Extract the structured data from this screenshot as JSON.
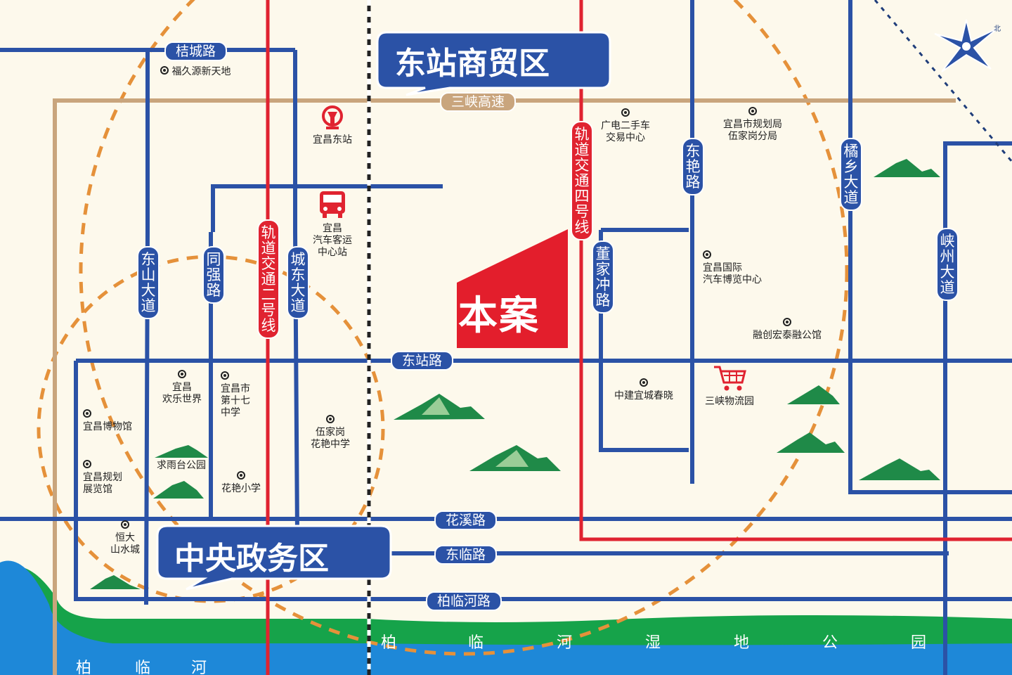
{
  "map": {
    "roads": {
      "jucheng": "桔城路",
      "sanxia_expressway": "三峡高速",
      "dongzhan": "东站路",
      "huaxi": "花溪路",
      "donglin": "东临路",
      "bailinhe": "柏临河路",
      "dongshan": "东山大道",
      "tongqiang": "同强路",
      "metro2": "轨道交通二号线",
      "chengdong": "城东大道",
      "metro4": "轨道交通四号线",
      "dongjiachong": "董家冲路",
      "dongyan": "东艳路",
      "juxiang": "橘乡大道",
      "xiazhou": "峡州大道"
    },
    "zones": {
      "east_station": "东站商贸区",
      "central_gov": "中央政务区",
      "project": "本案"
    },
    "pois": {
      "fujiuyuan": "福久源新天地",
      "yichang_east": "宜昌东站",
      "bus_center": "宜昌\n汽车客运\n中心站",
      "guangdian": "广电二手车\n交易中心",
      "planning_bureau": "宜昌市规划局\n伍家岗分局",
      "auto_expo": "宜昌国际\n汽车博览中心",
      "rongchuang": "融创宏泰融公馆",
      "zhongjian": "中建宜城春晓",
      "logistics": "三峡物流园",
      "fun_world": "宜昌\n欢乐世界",
      "school17": "宜昌市\n第十七\n中学",
      "museum": "宜昌博物馆",
      "planning_hall": "宜昌规划\n展览馆",
      "qiuyutai": "求雨台公园",
      "huayan_primary": "花艳小学",
      "huayan_middle": "伍家岗\n花艳中学",
      "hengda": "恒大\n山水城"
    },
    "water": {
      "river": [
        "柏",
        "临",
        "河"
      ],
      "wetland": [
        "柏",
        "临",
        "河",
        "湿",
        "地",
        "公",
        "园"
      ]
    },
    "compass": "北",
    "colors": {
      "road_blue": "#2b52a6",
      "metro_red": "#e02330",
      "expressway_tan": "#c9a57d",
      "radius_orange": "#e5913a",
      "river_blue": "#1e88d8",
      "wetland_green": "#16a34a",
      "project_red": "#e31e2c"
    }
  }
}
